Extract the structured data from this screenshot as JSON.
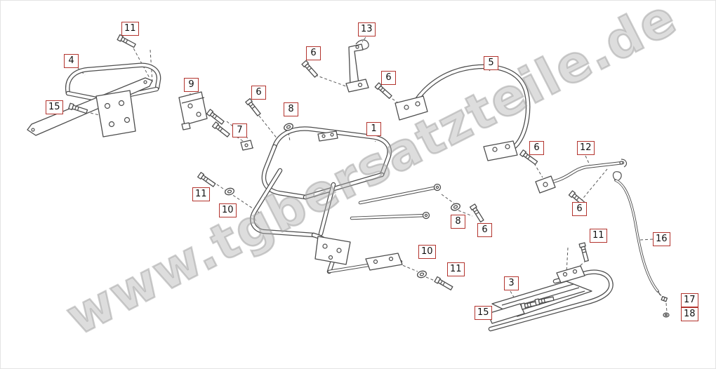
{
  "watermark": "www.tgbersatzteile.de",
  "labels": [
    "11",
    "4",
    "13",
    "6",
    "6",
    "5",
    "15",
    "9",
    "6",
    "8",
    "7",
    "1",
    "6",
    "12",
    "11",
    "10",
    "8",
    "6",
    "6",
    "11",
    "16",
    "10",
    "11",
    "3",
    "15",
    "17",
    "18"
  ],
  "colors": {
    "label_border": "#b3342e",
    "label_text": "#111111",
    "line": "#4d4d4d",
    "watermark": "#969696",
    "background": "#ffffff"
  }
}
